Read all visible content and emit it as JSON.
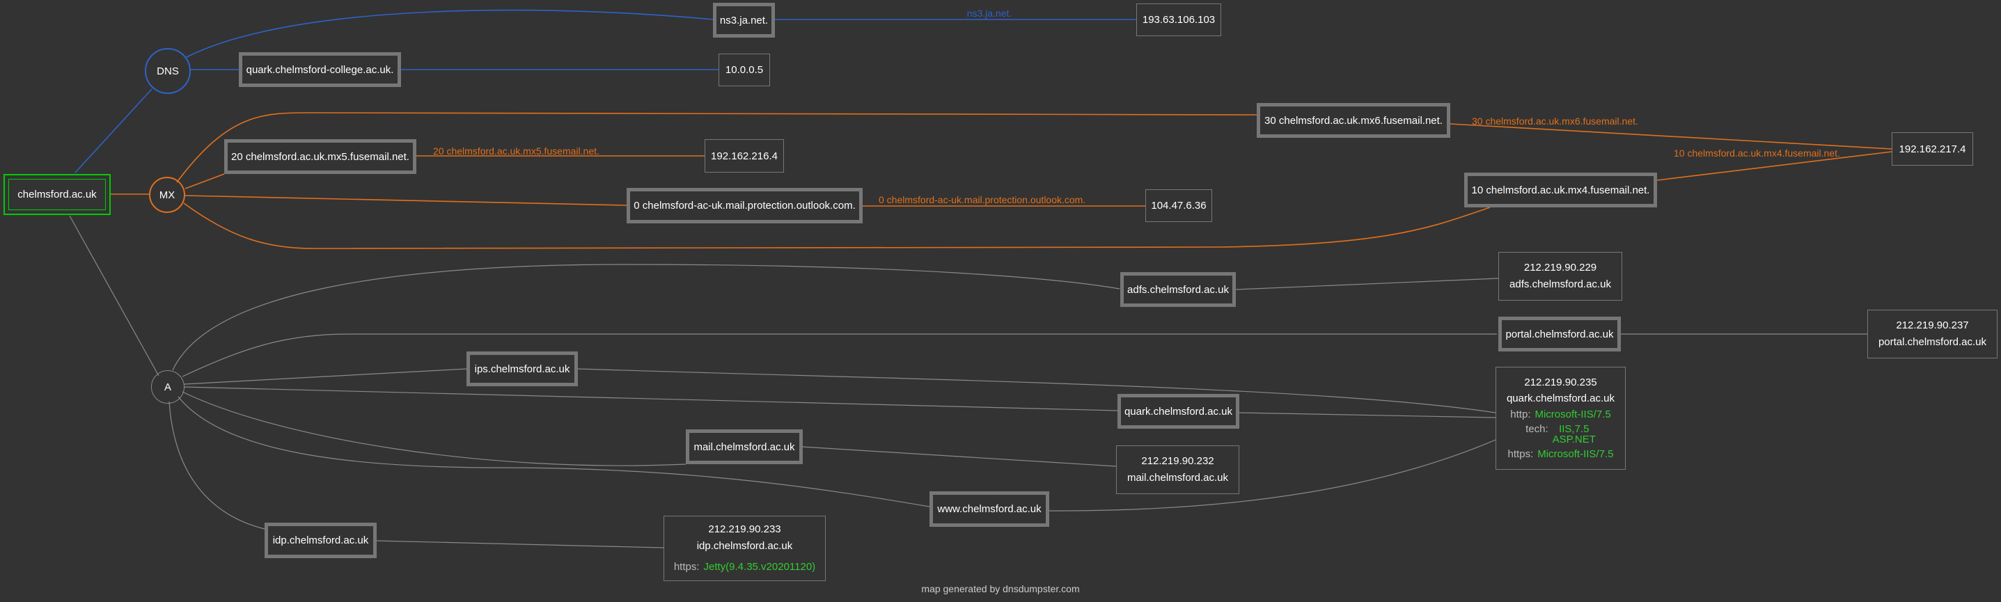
{
  "root": "chelmsford.ac.uk",
  "groups": {
    "dns": "DNS",
    "mx": "MX",
    "a": "A"
  },
  "dns": {
    "ns3": "ns3.ja.net.",
    "quark": "quark.chelmsford-college.ac.uk.",
    "ns3_ip": "193.63.106.103",
    "quark_ip": "10.0.0.5",
    "edge_label": "ns3.ja.net."
  },
  "mx": {
    "mx6": "30 chelmsford.ac.uk.mx6.fusemail.net.",
    "mx5": "20 chelmsford.ac.uk.mx5.fusemail.net.",
    "outlook": "0 chelmsford-ac-uk.mail.protection.outlook.com.",
    "mx4": "10 chelmsford.ac.uk.mx4.fusemail.net.",
    "ip_mx5": "192.162.216.4",
    "ip_outlook": "104.47.6.36",
    "ip_fuse": "192.162.217.4",
    "lbl_mx6": "30 chelmsford.ac.uk.mx6.fusemail.net.",
    "lbl_mx5": "20 chelmsford.ac.uk.mx5.fusemail.net.",
    "lbl_outlook": "0 chelmsford-ac-uk.mail.protection.outlook.com.",
    "lbl_mx4": "10 chelmsford.ac.uk.mx4.fusemail.net."
  },
  "a": {
    "hosts": {
      "adfs": "adfs.chelmsford.ac.uk",
      "portal": "portal.chelmsford.ac.uk",
      "ips": "ips.chelmsford.ac.uk",
      "quark": "quark.chelmsford.ac.uk",
      "mail": "mail.chelmsford.ac.uk",
      "www": "www.chelmsford.ac.uk",
      "idp": "idp.chelmsford.ac.uk"
    },
    "ip_adfs": {
      "ip": "212.219.90.229",
      "host": "adfs.chelmsford.ac.uk"
    },
    "ip_portal": {
      "ip": "212.219.90.237",
      "host": "portal.chelmsford.ac.uk"
    },
    "ip_quark": {
      "ip": "212.219.90.235",
      "host": "quark.chelmsford.ac.uk",
      "http_label": "http:",
      "http_value": "Microsoft-IIS/7.5",
      "tech_label": "tech:",
      "tech_values": [
        "IIS,7.5",
        "ASP.NET"
      ],
      "https_label": "https:",
      "https_value": "Microsoft-IIS/7.5"
    },
    "ip_mail": {
      "ip": "212.219.90.232",
      "host": "mail.chelmsford.ac.uk"
    },
    "ip_idp": {
      "ip": "212.219.90.233",
      "host": "idp.chelmsford.ac.uk",
      "https_label": "https:",
      "https_value": "Jetty(9.4.35.v20201120)"
    }
  },
  "colors": {
    "dns": "#2e63c8",
    "mx": "#e0701e",
    "a": "#8a8a8a",
    "root": "#00cc00",
    "server": "#33cc33"
  },
  "footer": "map generated by dnsdumpster.com"
}
